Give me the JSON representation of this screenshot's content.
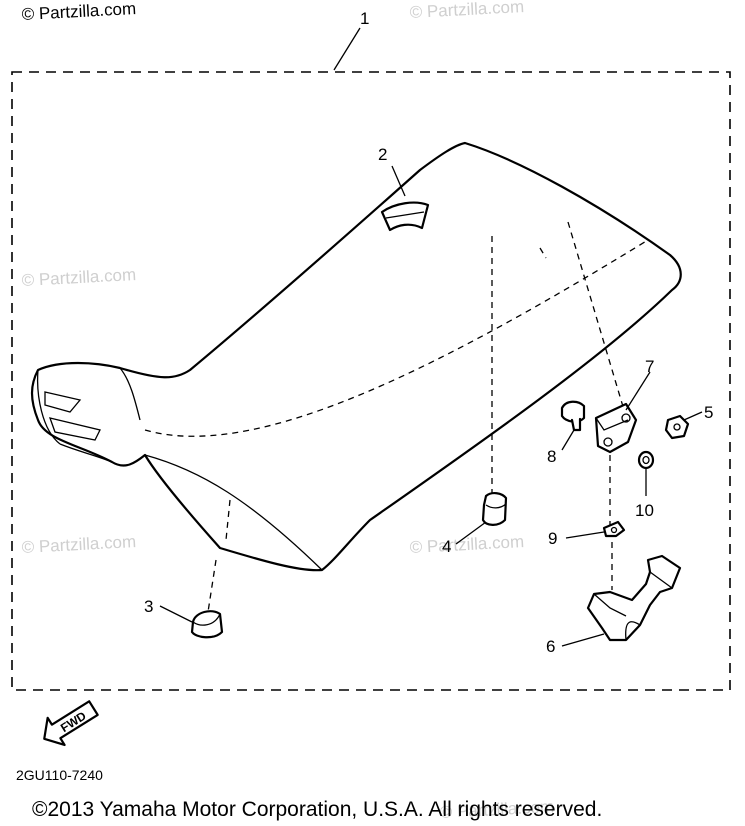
{
  "watermark": {
    "top_left": "© Partzilla.com",
    "repeat": "© Partzilla.com"
  },
  "callouts": {
    "c1": "1",
    "c2": "2",
    "c3": "3",
    "c4": "4",
    "c5": "5",
    "c6": "6",
    "c7": "7",
    "c8": "8",
    "c9": "9",
    "c10": "10"
  },
  "fwd_label": "FWD",
  "diagram_code": "2GU110-7240",
  "copyright": "©2013 Yamaha Motor Corporation, U.S.A. All rights reserved."
}
